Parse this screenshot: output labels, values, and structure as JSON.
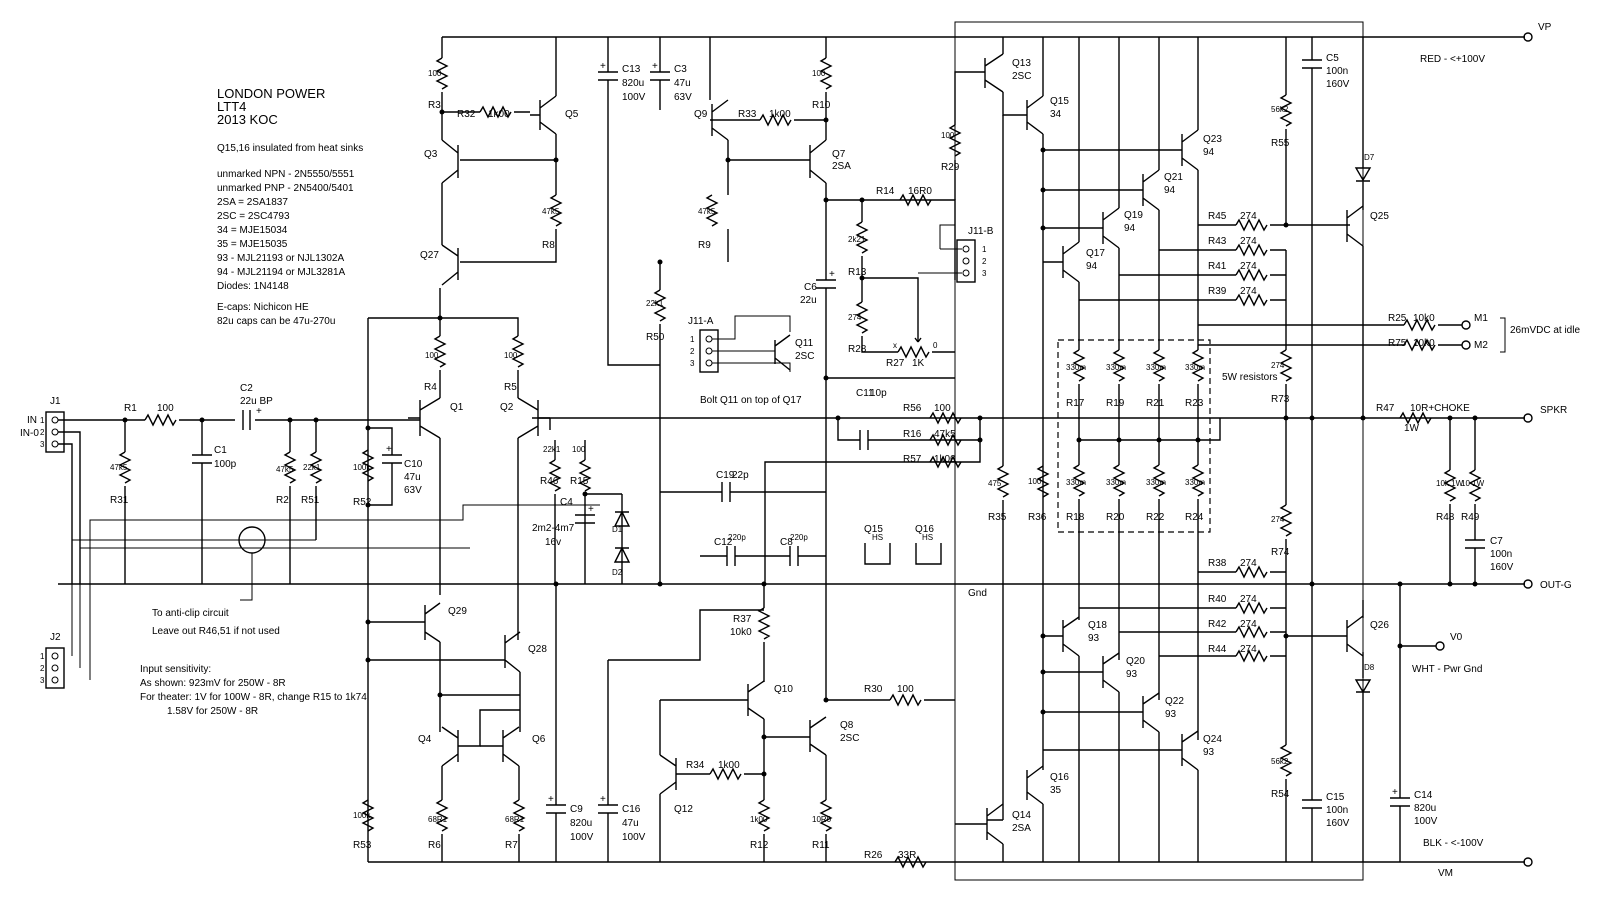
{
  "title": {
    "line1": "LONDON POWER",
    "line2": "LTT4",
    "line3": "2013 KOC"
  },
  "notes": {
    "insulated": "Q15,16 insulated from heat sinks",
    "parts": [
      "unmarked NPN - 2N5550/5551",
      "unmarked PNP - 2N5400/5401",
      "2SA = 2SA1837",
      "2SC = 2SC4793",
      "34 = MJE15034",
      "35 = MJE15035",
      "93 - MJL21193 or NJL1302A",
      "94 - MJL21194 or MJL3281A",
      "Diodes: 1N4148"
    ],
    "caps": [
      "E-caps: Nichicon HE",
      "82u caps can be 47u-270u"
    ],
    "sensitivity": [
      "Input sensitivity:",
      "As shown: 923mV for 250W - 8R",
      "For theater: 1V for 100W - 8R, change R15 to 1k74",
      "1.58V for 250W - 8R"
    ],
    "anticlip": "To anti-clip circuit",
    "leaveout": "Leave out R46,51 if not used",
    "bolt": "Bolt Q11 on top of Q17",
    "fivew": "5W resistors",
    "idle": "26mVDC at idle"
  },
  "rails": {
    "vp": "VP",
    "vp_note": "RED - <+100V",
    "vm": "VM",
    "vm_note": "BLK - <-100V",
    "v0": "V0",
    "v0_note": "WHT - Pwr Gnd",
    "gnd": "Gnd",
    "spkr": "SPKR",
    "outg": "OUT-G",
    "in": "IN",
    "in0": "IN-0"
  },
  "connectors": {
    "j1": "J1",
    "j2": "J2",
    "j11a": "J11-A",
    "j11b": "J11-B",
    "m1": "M1",
    "m2": "M2",
    "pins": [
      "1",
      "2",
      "3"
    ]
  },
  "transistors": {
    "q1": "Q1",
    "q2": "Q2",
    "q3": "Q3",
    "q4": "Q4",
    "q5": "Q5",
    "q6": "Q6",
    "q7": "Q7",
    "q7v": "2SA",
    "q8": "Q8",
    "q8v": "2SC",
    "q9": "Q9",
    "q10": "Q10",
    "q11": "Q11",
    "q11v": "2SC",
    "q12": "Q12",
    "q13": "Q13",
    "q13v": "2SC",
    "q14": "Q14",
    "q14v": "2SA",
    "q15": "Q15",
    "q15v": "34",
    "q16": "Q16",
    "q16v": "35",
    "q17": "Q17",
    "q17v": "94",
    "q18": "Q18",
    "q18v": "93",
    "q19": "Q19",
    "q19v": "94",
    "q20": "Q20",
    "q20v": "93",
    "q21": "Q21",
    "q21v": "94",
    "q22": "Q22",
    "q22v": "93",
    "q23": "Q23",
    "q23v": "94",
    "q24": "Q24",
    "q24v": "93",
    "q25": "Q25",
    "q26": "Q26",
    "q27": "Q27",
    "q28": "Q28",
    "q29": "Q29",
    "hs": "HS"
  },
  "resistors": {
    "r1": "R1",
    "r1v": "100",
    "r2": "R2",
    "r2v": "47k5",
    "r3": "R3",
    "r3v": "100",
    "r4": "R4",
    "r4v": "100",
    "r5": "R5",
    "r5v": "100",
    "r6": "R6",
    "r6v": "68R1",
    "r7": "R7",
    "r7v": "68R1",
    "r8": "R8",
    "r8v": "47k5",
    "r9": "R9",
    "r9v": "47k5",
    "r10": "R10",
    "r10v": "100",
    "r11": "R11",
    "r11v": "10R0",
    "r12": "R12",
    "r12v": "1k00",
    "r13": "R13",
    "r13v": "2k21",
    "r14": "R14",
    "r14v": "16R0",
    "r15": "R15",
    "r15v": "100",
    "r16": "R16",
    "r16v": "47k5",
    "r17": "R17",
    "r18": "R18",
    "r19": "R19",
    "r20": "R20",
    "r21": "R21",
    "r22": "R22",
    "r23": "R23",
    "r24": "R24",
    "r330": "330m",
    "r25": "R25",
    "r25v": "10k0",
    "r26": "R26",
    "r26v": "33R",
    "r27": "R27",
    "r27v": "1K",
    "r28": "R28",
    "r28v": "274",
    "r29": "R29",
    "r29v": "100",
    "r30": "R30",
    "r30v": "100",
    "r31": "R31",
    "r31v": "47k5",
    "r32": "R32",
    "r32v": "1k00",
    "r33": "R33",
    "r33v": "1k00",
    "r34": "R34",
    "r34v": "1k00",
    "r35": "R35",
    "r35v": "475",
    "r36": "R36",
    "r36v": "100",
    "r37": "R37",
    "r37v": "10k0",
    "r38": "R38",
    "r39": "R39",
    "r40": "R40",
    "r41": "R41",
    "r42": "R42",
    "r43": "R43",
    "r44": "R44",
    "r45": "R45",
    "r274": "274",
    "r46": "R46",
    "r46v": "22k1",
    "r47": "R47",
    "r47v": "10R+CHOKE",
    "r47w": "1W",
    "r48": "R48",
    "r48v": "10k 1W",
    "r49": "R49",
    "r49v": "10 1W",
    "r50": "R50",
    "r50v": "22k1",
    "r51": "R51",
    "r51v": "22k1",
    "r52": "R52",
    "r52v": "100k",
    "r53": "R53",
    "r53v": "100k",
    "r54": "R54",
    "r54v": "56k2",
    "r55": "R55",
    "r55v": "56k2",
    "r56": "R56",
    "r56v": "100",
    "r57": "R57",
    "r57v": "1k00",
    "r73": "R73",
    "r73v": "274",
    "r74": "R74",
    "r74v": "274",
    "r75": "R75",
    "r75v": "10k0"
  },
  "capacitors": {
    "c1": "C1",
    "c1v": "100p",
    "c2": "C2",
    "c2v": "22u BP",
    "c3": "C3",
    "c3v": "47u",
    "c3vv": "63V",
    "c4": "C4",
    "c4v": "2m2-4m7",
    "c4vv": "16v",
    "c5": "C5",
    "c5v": "100n",
    "c5vv": "160V",
    "c6": "C6",
    "c6v": "22u",
    "c7": "C7",
    "c7v": "100n",
    "c7vv": "160V",
    "c8": "C8",
    "c8v": "220p",
    "c9": "C9",
    "c9v": "820u",
    "c9vv": "100V",
    "c10": "C10",
    "c10v": "47u",
    "c10vv": "63V",
    "c11": "C11",
    "c11v": "10p",
    "c12": "C12",
    "c12v": "220p",
    "c13": "C13",
    "c13v": "820u",
    "c13vv": "100V",
    "c14": "C14",
    "c14v": "820u",
    "c14vv": "100V",
    "c15": "C15",
    "c15v": "100n",
    "c15vv": "160V",
    "c16": "C16",
    "c16v": "47u",
    "c16vv": "100V",
    "c19": "C19",
    "c19v": "22p"
  },
  "diodes": {
    "d1": "D1",
    "d2": "D2",
    "d7": "D7",
    "d8": "D8"
  },
  "pot": {
    "x": "x",
    "o": "0"
  }
}
